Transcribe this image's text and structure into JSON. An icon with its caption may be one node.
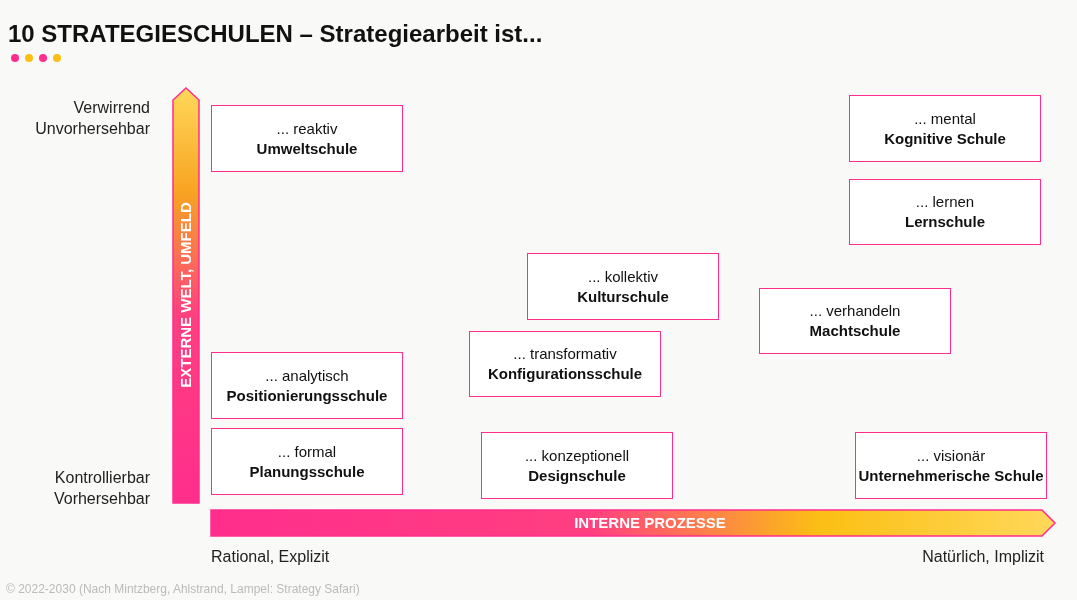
{
  "diagram": {
    "title": "10 STRATEGIESCHULEN – Strategiearbeit ist...",
    "nodes": [
      {
        "text": [
          "... mental",
          "Kognitive Schule"
        ]
      },
      {
        "text": [
          "... reaktiv",
          "Umweltschule"
        ]
      },
      {
        "text": [
          "... lernen",
          "Lernschule"
        ]
      },
      {
        "text": [
          "... kollektiv",
          "Kulturschule"
        ]
      },
      {
        "text": [
          "... verhandeln",
          "Machtschule"
        ]
      },
      {
        "text": [
          "... transformativ",
          "Konfigurationsschule"
        ]
      },
      {
        "text": [
          "... analytisch",
          "Positionierungsschule"
        ]
      },
      {
        "text": [
          "... formal",
          "Planungsschule"
        ]
      },
      {
        "text": [
          "... konzeptionell",
          "Designschule"
        ]
      },
      {
        "text": [
          "... visionär",
          "Unternehmerische Schule"
        ]
      }
    ],
    "edges": [],
    "labels": [
      "Verwirrend Unvorhersehbar",
      "EXTERNE WELT, UMFELD",
      "Kontrollierbar Vorhersehbar",
      "INTERNE PROZESSE",
      "Rational, Explizit",
      "Natürlich, Implizit",
      "© 2022-2030 (Nach Mintzberg, Ahlstrand, Lampel: Strategy Safari)"
    ]
  }
}
